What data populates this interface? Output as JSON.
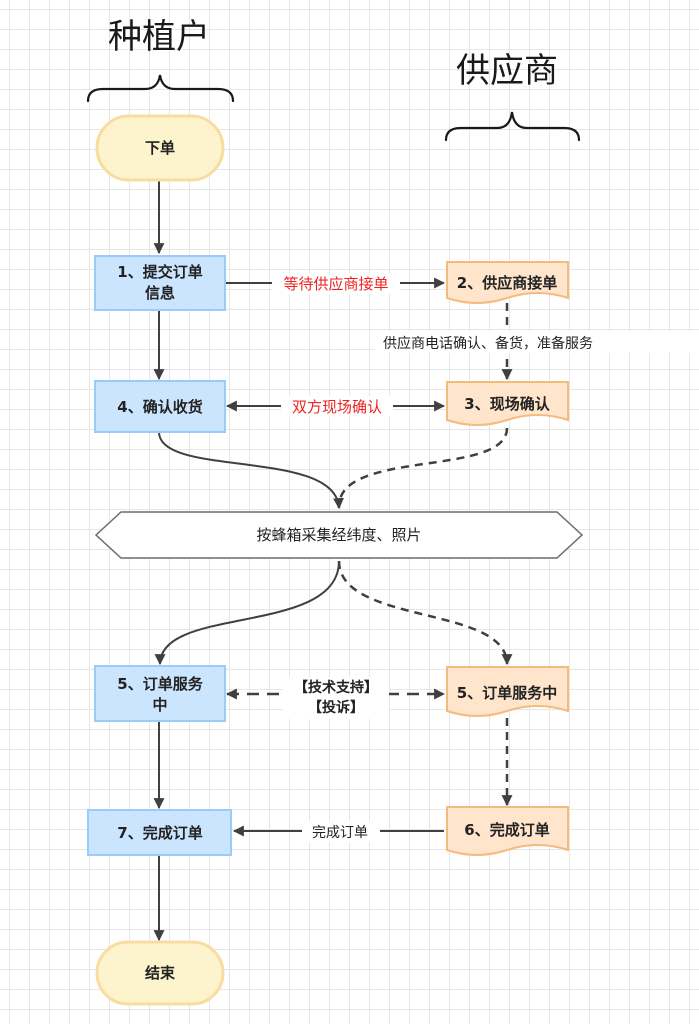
{
  "lanes": {
    "farmer": "种植户",
    "supplier": "供应商"
  },
  "nodes": {
    "start": "下单",
    "submit_line1": "1、提交订单",
    "submit_line2": "信息",
    "accept": "2、供应商接单",
    "onsite": "3、现场确认",
    "receipt": "4、确认收货",
    "collect": "按蜂箱采集经纬度、照片",
    "farmer_service_line1": "5、订单服务",
    "farmer_service_line2": "中",
    "supplier_service": "5、订单服务中",
    "supplier_complete": "6、完成订单",
    "farmer_complete": "7、完成订单",
    "end": "结束"
  },
  "edges": {
    "wait_accept": "等待供应商接单",
    "phone_confirm": "供应商电话确认、备货，准备服务",
    "both_confirm": "双方现场确认",
    "tech_support": "【技术支持】",
    "complaint": "【投诉】",
    "complete": "完成订单"
  },
  "colors": {
    "terminator_fill": "#fdf3cc",
    "terminator_stroke": "#f8dca0",
    "process_fill": "#cce5ff",
    "process_stroke": "#99ccf8",
    "document_fill": "#ffe5cc",
    "document_stroke": "#f5ba7e",
    "line": "#404040",
    "label_red": "#ee2222"
  }
}
